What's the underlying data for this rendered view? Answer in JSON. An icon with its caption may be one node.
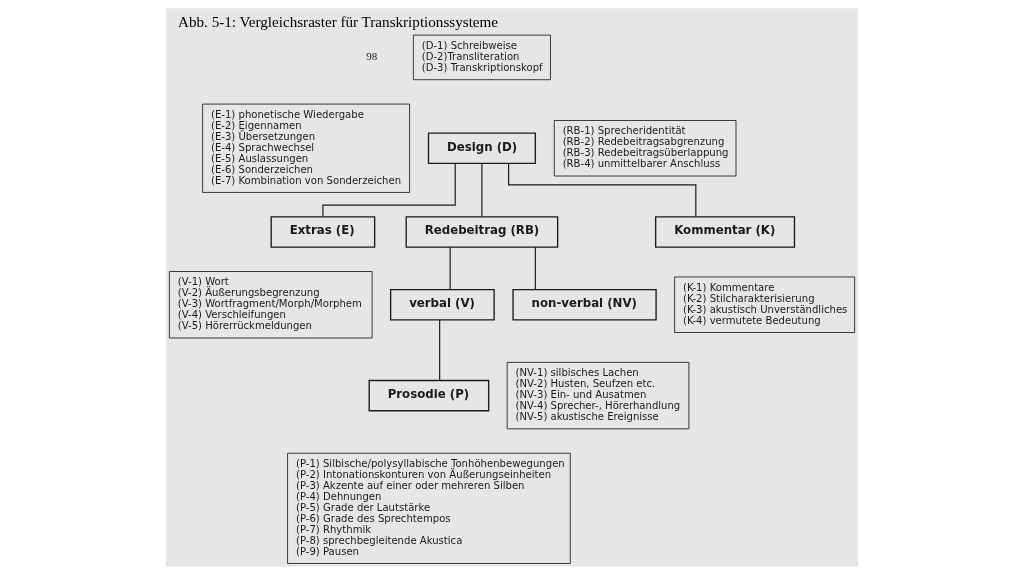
{
  "diagram": {
    "title": "Abb. 5-1: Vergleichsraster für Transkriptionssysteme",
    "nodes": [
      {
        "text": [
          "(E-1) phonetische Wiedergabe",
          "(E-2) Eigennamen",
          "(E-3) Übersetzungen",
          "(E-4) Sprachwechsel",
          "(E-5) Auslassungen",
          "(E-6) Sonderzeichen",
          "(E-7) Kombination von Sonderzeichen"
        ]
      },
      {
        "text": [
          "(D-1) Schreibweise",
          "(D-2)Transliteration",
          "(D-3) Transkriptionskopf"
        ]
      },
      {
        "text": [
          "(RB-1) Sprecheridentität",
          "(RB-2) Redebeitragsabgrenzung",
          "(RB-3) Redebeitragsüberlappung",
          "(RB-4) unmittelbarer Anschluss"
        ]
      },
      {
        "text": [
          "Design (D)"
        ]
      },
      {
        "text": [
          "Extras (E)"
        ]
      },
      {
        "text": [
          "Redebeitrag (RB)"
        ]
      },
      {
        "text": [
          "Kommentar (K)"
        ]
      },
      {
        "text": [
          "(V-1) Wort",
          "(V-2) Äußerungsbegrenzung",
          "(V-3) Wortfragment/Morph/Morphem",
          "(V-4) Verschleifungen",
          "(V-5) Hörerrückmeldungen"
        ]
      },
      {
        "text": [
          "verbal (V)"
        ]
      },
      {
        "text": [
          "non-verbal (NV)"
        ]
      },
      {
        "text": [
          "(K-1) Kommentare",
          "(K-2) Stilcharakterisierung",
          "(K-3) akustisch Unverständliches",
          "(K-4) vermutete Bedeutung"
        ]
      },
      {
        "text": [
          "Prosodie (P)"
        ]
      },
      {
        "text": [
          "(NV-1) silbisches Lachen",
          "(NV-2) Husten, Seufzen etc.",
          "(NV-3) Ein- und Ausatmen",
          "(NV-4) Sprecher-, Hörerhandlung",
          "(NV-5) akustische Ereignisse"
        ]
      },
      {
        "text": [
          "(P-1) Silbische/polysyllabische Tonhöhenbewegungen",
          "(P-2) Intonationskonturen von Äußerungseinheiten",
          "(P-3) Akzente auf einer oder mehreren Silben",
          "(P-4) Dehnungen",
          "(P-5) Grade der Lautstärke",
          "(P-6) Grade des Sprechtempos",
          "(P-7) Rhythmik",
          "(P-8) sprechbegleitende Akustica",
          "(P-9) Pausen"
        ]
      }
    ],
    "edges": [
      {
        "from": 3,
        "to": 4,
        "arrow": "none"
      },
      {
        "from": 3,
        "to": 5,
        "arrow": "none"
      },
      {
        "from": 3,
        "to": 6,
        "arrow": "none"
      },
      {
        "from": 5,
        "to": 8,
        "arrow": "none"
      },
      {
        "from": 5,
        "to": 9,
        "arrow": "none"
      },
      {
        "from": 8,
        "to": 11,
        "arrow": "none"
      }
    ],
    "labels": [
      "98"
    ]
  }
}
